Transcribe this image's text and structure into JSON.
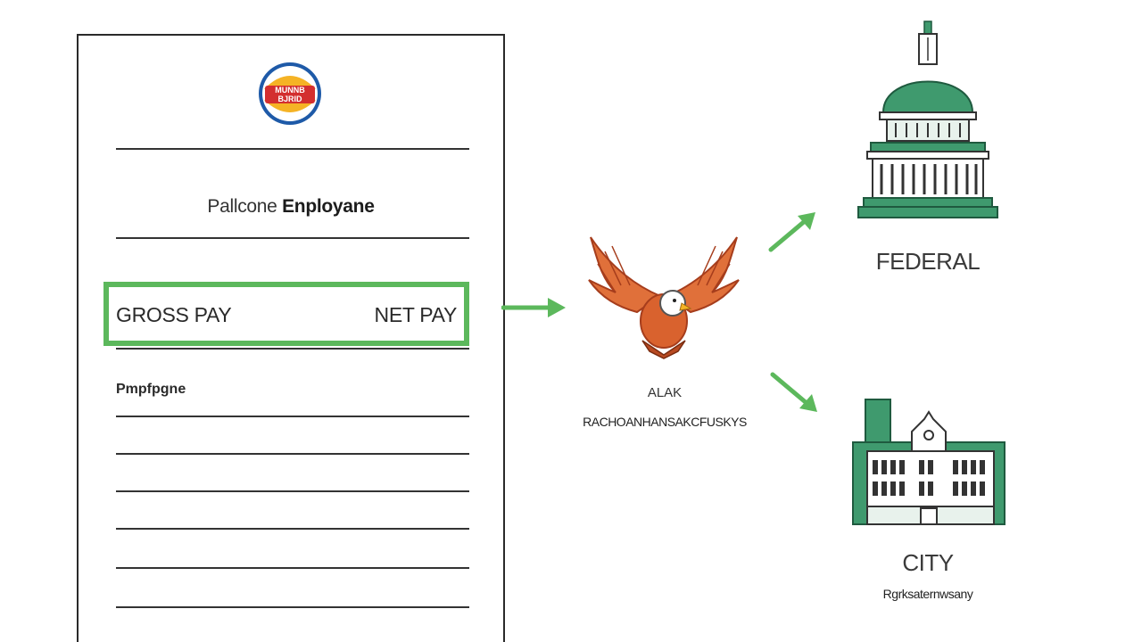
{
  "paystub": {
    "logo_name": "burger-logo",
    "employee_prefix": "Pallcone",
    "employee_name": "Enployane",
    "gross_pay_label": "GROSS PAY",
    "net_pay_label": "NET PAY",
    "section_label": "Pmpfpgne"
  },
  "center": {
    "icon": "eagle-icon",
    "small_text": "ALAK",
    "caption": "RACHOANHANSAKCFUSKYS"
  },
  "federal": {
    "icon": "capitol-building-icon",
    "label": "FEDERAL"
  },
  "city": {
    "icon": "city-hall-icon",
    "label": "CITY",
    "caption": "Rgrksaternwsany"
  },
  "colors": {
    "accent_green": "#5cb85c",
    "building_green": "#3f9a6e",
    "eagle_orange": "#e0703a",
    "eagle_dark": "#a63d1c",
    "logo_red": "#d32f2f",
    "logo_yellow": "#f5b325",
    "logo_blue": "#1e5aa8"
  }
}
